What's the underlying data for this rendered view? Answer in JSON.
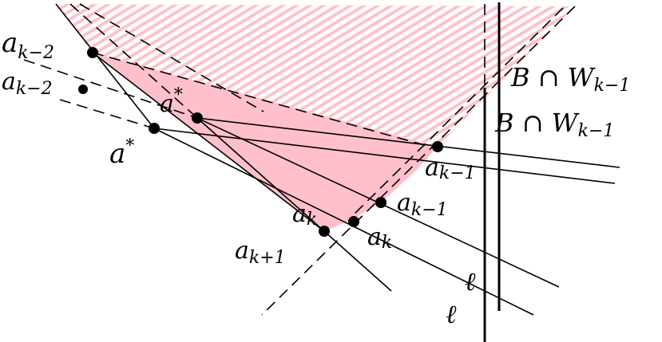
{
  "colors": {
    "region_fill": "#ffc0cb",
    "stroke": "#000000",
    "hatch_gap": "#ffffff"
  },
  "labels": {
    "a_k_minus_2_a": {
      "base": "a",
      "sub": "k−2"
    },
    "a_k_minus_2_b": {
      "base": "a",
      "sub": "k−2"
    },
    "a_star_a": {
      "base": "a",
      "sup": "*"
    },
    "a_star_b": {
      "base": "a",
      "sup": "*"
    },
    "a_k_minus_1_a": {
      "base": "a",
      "sub": "k−1"
    },
    "a_k_minus_1_b": {
      "base": "a",
      "sub": "k−1"
    },
    "a_k_a": {
      "base": "a",
      "sub": "k"
    },
    "a_k_b": {
      "base": "a",
      "sub": "k"
    },
    "a_k_plus_1": {
      "base": "a",
      "sub": "k+1"
    },
    "ell_a": "ℓ",
    "ell_b": "ℓ",
    "b_cap_w_a": {
      "base": "B ∩ W",
      "sub": "k−1"
    },
    "b_cap_w_b": {
      "base": "B ∩ W",
      "sub": "k−1"
    }
  }
}
